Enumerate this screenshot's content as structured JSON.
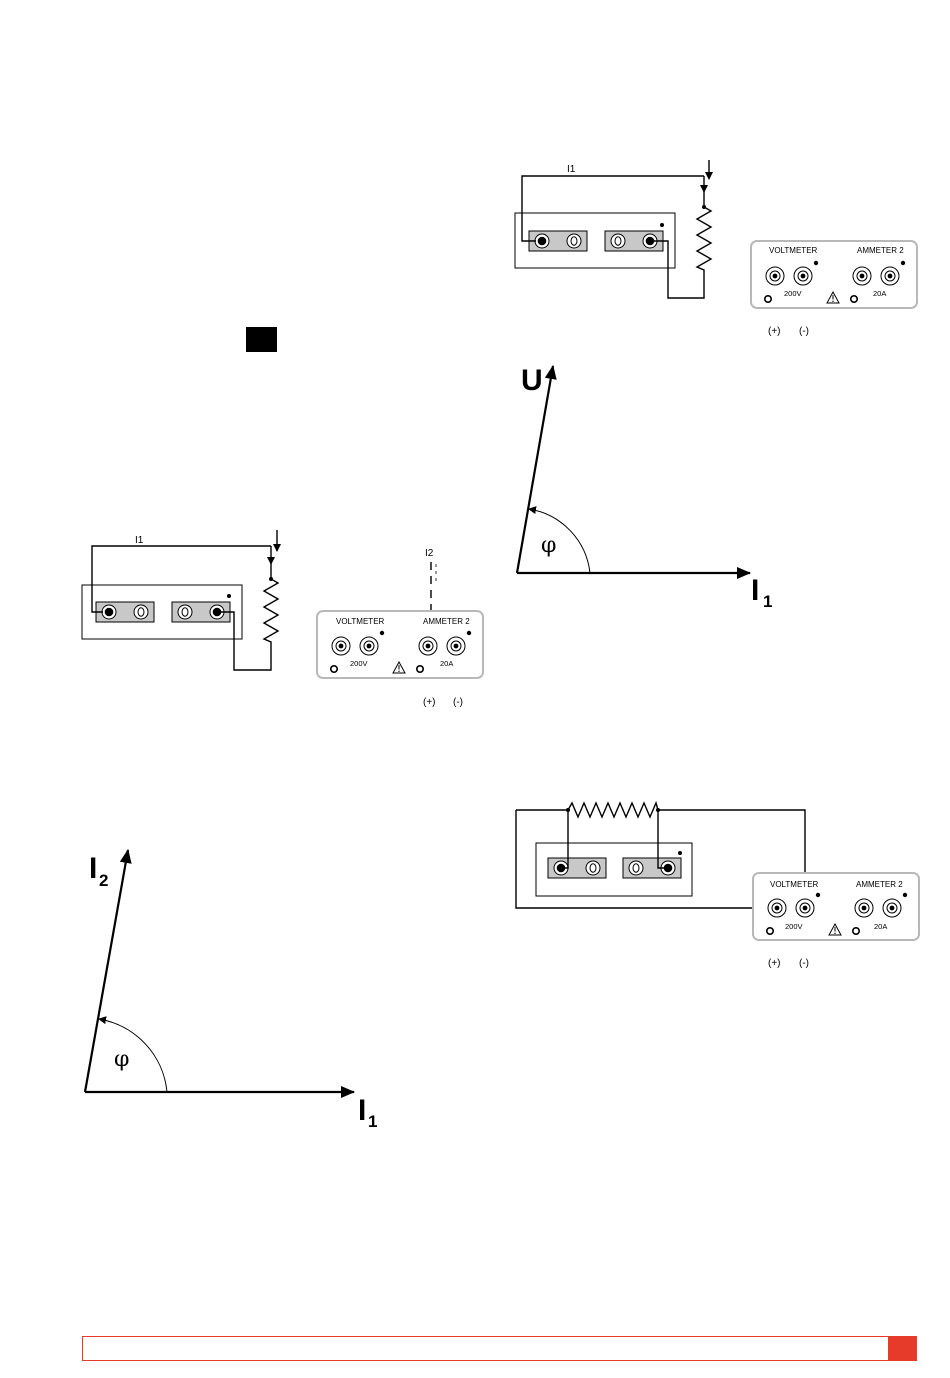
{
  "diagram_left": {
    "wire_label": "I1",
    "dashed_label": "I2",
    "meter": {
      "voltmeter_label": "VOLTMETER",
      "ammeter_label": "AMMETER 2",
      "voltage_range": "200V",
      "current_range": "20A",
      "polarity_plus": "(+)",
      "polarity_minus": "(-)"
    }
  },
  "diagram_right_top": {
    "wire_label": "I1",
    "meter": {
      "voltmeter_label": "VOLTMETER",
      "ammeter_label": "AMMETER 2",
      "voltage_range": "200V",
      "current_range": "20A",
      "polarity_plus": "(+)",
      "polarity_minus": "(-)"
    }
  },
  "phasor_right": {
    "vector_main": "U",
    "vector_ref": "I",
    "vector_ref_sub": "1",
    "angle": "φ"
  },
  "diagram_right_bottom": {
    "meter": {
      "voltmeter_label": "VOLTMETER",
      "ammeter_label": "AMMETER 2",
      "voltage_range": "200V",
      "current_range": "20A",
      "polarity_plus": "(+)",
      "polarity_minus": "(-)"
    }
  },
  "phasor_left": {
    "vector_main": "I",
    "vector_main_sub": "2",
    "vector_ref": "I",
    "vector_ref_sub": "1",
    "angle": "φ"
  },
  "colors": {
    "accent": "#e63a2b",
    "terminal_block": "#c8c8c8",
    "meter_border": "#b8b8b8"
  }
}
